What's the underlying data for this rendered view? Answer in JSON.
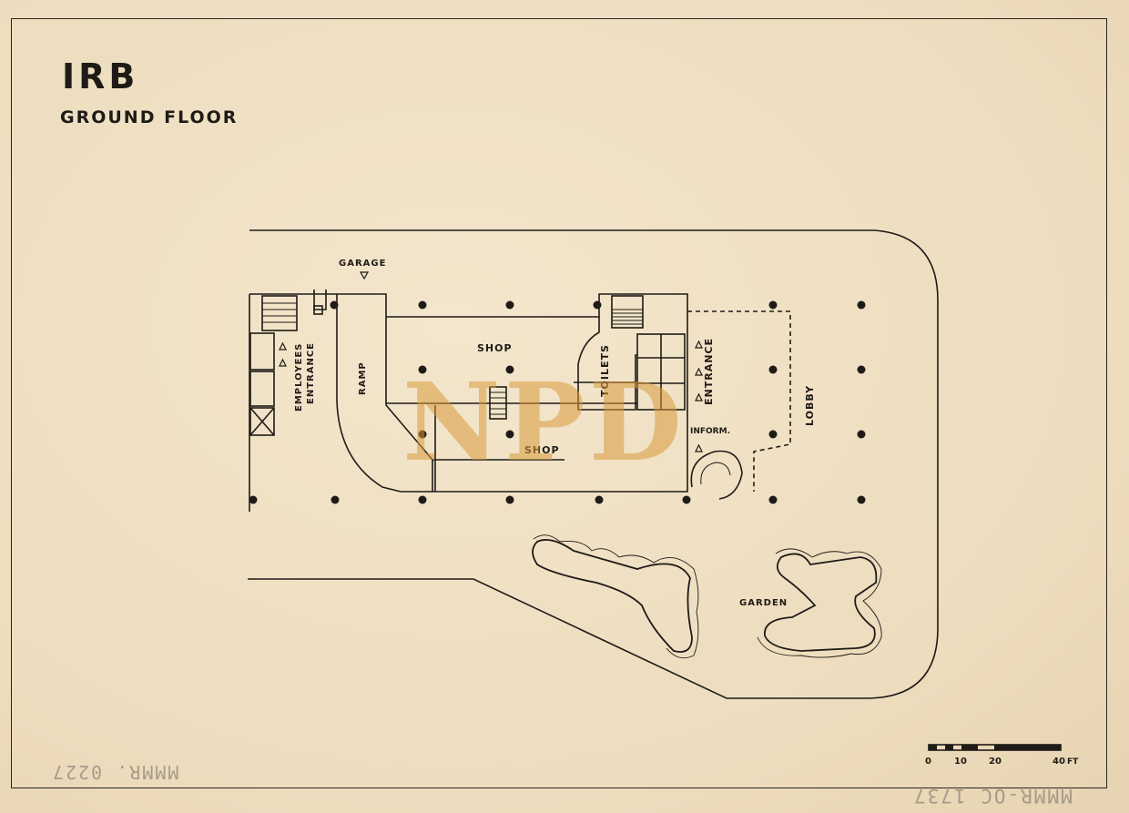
{
  "title": "IRB",
  "subtitle": "GROUND FLOOR",
  "labels": {
    "garage": "GARAGE",
    "shop_top": "SHOP",
    "shop_bottom": "SHOP",
    "toilets": "TOILETS",
    "entrance": "ENTRANCE",
    "employees_line1": "EMPLOYEES",
    "employees_line2": "ENTRANCE",
    "ramp": "RAMP",
    "lobby": "LOBBY",
    "inform": "INFORM.",
    "garden": "GARDEN"
  },
  "scale_bar": {
    "ticks": [
      "0",
      "10",
      "20",
      "40"
    ],
    "unit": "FT"
  },
  "watermark": "NPD",
  "stamps": {
    "left": "MMMR. 0227",
    "right": "MMMR-OC 1737"
  },
  "colors": {
    "paper": "#f0e2c6",
    "ink": "#1e1b17",
    "watermark": "#d99b3c"
  }
}
